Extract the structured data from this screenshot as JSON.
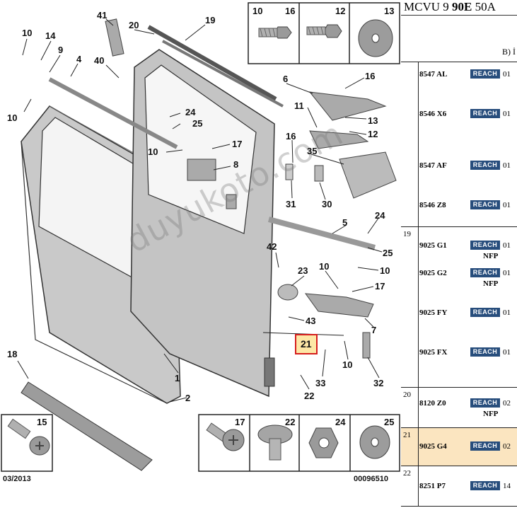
{
  "header": {
    "title_prefix": "MCVU 9 ",
    "title_bold": "90E",
    "title_suffix": " 50A",
    "subtitle": "B) İ"
  },
  "diagram": {
    "footer_left": "03/2013",
    "footer_right": "00096510",
    "watermark": "duyukoto.com",
    "highlighted_callout": "21",
    "callouts": [
      "41",
      "20",
      "19",
      "10",
      "14",
      "9",
      "4",
      "40",
      "10",
      "6",
      "16",
      "24",
      "25",
      "11",
      "13",
      "12",
      "10",
      "17",
      "8",
      "16",
      "35",
      "31",
      "30",
      "24",
      "5",
      "25",
      "42",
      "23",
      "10",
      "17",
      "10",
      "43",
      "7",
      "21",
      "10",
      "33",
      "32",
      "22",
      "18",
      "1",
      "2"
    ],
    "fastener_boxes_top": [
      "10",
      "16",
      "12",
      "13"
    ],
    "fastener_boxes_bottom_left": [
      "15"
    ],
    "fastener_boxes_bottom_right": [
      "17",
      "22",
      "24",
      "25"
    ]
  },
  "parts": {
    "groups": [
      {
        "num": "",
        "rows": [
          {
            "ref": "8547 AL",
            "badge": "REACH",
            "qty": "01"
          },
          {
            "ref": "8546 X6",
            "badge": "REACH",
            "qty": "01"
          },
          {
            "ref": "8547 AF",
            "badge": "REACH",
            "qty": "01"
          },
          {
            "ref": "8546 Z8",
            "badge": "REACH",
            "qty": "01"
          }
        ]
      },
      {
        "num": "19",
        "rows": [
          {
            "ref": "9025 G1",
            "badge": "REACH",
            "qty": "01",
            "note": "NFP"
          },
          {
            "ref": "9025 G2",
            "badge": "REACH",
            "qty": "01",
            "note": "NFP"
          },
          {
            "ref": "9025 FY",
            "badge": "REACH",
            "qty": "01"
          },
          {
            "ref": "9025 FX",
            "badge": "REACH",
            "qty": "01"
          }
        ]
      },
      {
        "num": "20",
        "rows": [
          {
            "ref": "8120 Z0",
            "badge": "REACH",
            "qty": "02",
            "note": "NFP"
          }
        ]
      },
      {
        "num": "21",
        "selected": true,
        "rows": [
          {
            "ref": "9025 G4",
            "badge": "REACH",
            "qty": "02"
          }
        ]
      },
      {
        "num": "22",
        "rows": [
          {
            "ref": "8251 P7",
            "badge": "REACH",
            "qty": "14"
          }
        ]
      }
    ]
  },
  "colors": {
    "badge": "#274d7c",
    "selected_row": "#fbe5c0",
    "highlight_border": "#d51d1d",
    "highlight_fill": "#fde7a6"
  }
}
